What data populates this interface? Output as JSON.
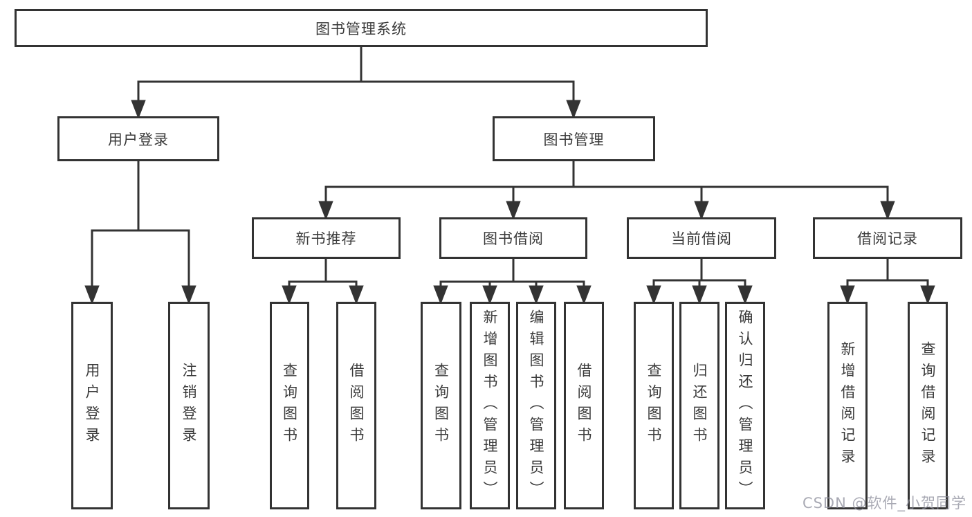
{
  "tree": {
    "label": "图书管理系统",
    "children": [
      {
        "label": "用户登录",
        "children": [
          {
            "label": "用户登录"
          },
          {
            "label": "注销登录"
          }
        ]
      },
      {
        "label": "图书管理",
        "children": [
          {
            "label": "新书推荐",
            "children": [
              {
                "label": "查询图书"
              },
              {
                "label": "借阅图书"
              }
            ]
          },
          {
            "label": "图书借阅",
            "children": [
              {
                "label": "查询图书"
              },
              {
                "label": "新增图书（管理员）"
              },
              {
                "label": "编辑图书（管理员）"
              },
              {
                "label": "借阅图书"
              }
            ]
          },
          {
            "label": "当前借阅",
            "children": [
              {
                "label": "查询图书"
              },
              {
                "label": "归还图书"
              },
              {
                "label": "确认归还（管理员）"
              }
            ]
          },
          {
            "label": "借阅记录",
            "children": [
              {
                "label": "新增借阅记录"
              },
              {
                "label": "查询借阅记录"
              }
            ]
          }
        ]
      }
    ]
  },
  "watermark": {
    "text": "CSDN @软件_小贺同学"
  },
  "colors": {
    "line": "#333333",
    "box_border": "#333333",
    "text": "#3a3a3a",
    "watermark": "#8c8e9b",
    "background": "#ffffff"
  }
}
